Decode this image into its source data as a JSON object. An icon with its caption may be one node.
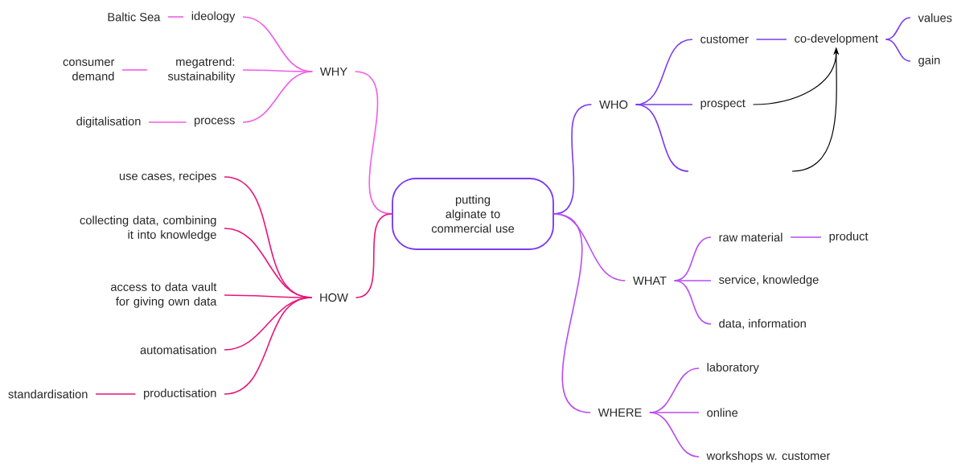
{
  "diagram": {
    "nodes": [
      {
        "text": [
          "putting alginate to commercial use"
        ]
      },
      {
        "text": [
          "WHY"
        ]
      },
      {
        "text": [
          "ideology"
        ]
      },
      {
        "text": [
          "Baltic Sea"
        ]
      },
      {
        "text": [
          "megatrend: sustainability"
        ]
      },
      {
        "text": [
          "consumer demand"
        ]
      },
      {
        "text": [
          "process"
        ]
      },
      {
        "text": [
          "digitalisation"
        ]
      },
      {
        "text": [
          "HOW"
        ]
      },
      {
        "text": [
          "use cases, recipes"
        ]
      },
      {
        "text": [
          "collecting data, combining it into knowledge"
        ]
      },
      {
        "text": [
          "access to data vault for giving own data"
        ]
      },
      {
        "text": [
          "automatisation"
        ]
      },
      {
        "text": [
          "productisation"
        ]
      },
      {
        "text": [
          "standardisation"
        ]
      },
      {
        "text": [
          "WHO"
        ]
      },
      {
        "text": [
          "customer"
        ]
      },
      {
        "text": [
          "co-development"
        ]
      },
      {
        "text": [
          "values"
        ]
      },
      {
        "text": [
          "gain"
        ]
      },
      {
        "text": [
          "prospect"
        ]
      },
      {
        "text": [
          "WHAT"
        ]
      },
      {
        "text": [
          "raw material"
        ]
      },
      {
        "text": [
          "product"
        ]
      },
      {
        "text": [
          "service, knowledge"
        ]
      },
      {
        "text": [
          "data, information"
        ]
      },
      {
        "text": [
          "WHERE"
        ]
      },
      {
        "text": [
          "laboratory"
        ]
      },
      {
        "text": [
          "online"
        ]
      },
      {
        "text": [
          "workshops w. customer"
        ]
      }
    ],
    "edges": [
      {
        "from": 0,
        "to": 1,
        "arrow": "none",
        "color": "#f25ce6"
      },
      {
        "from": 1,
        "to": 2,
        "arrow": "none",
        "color": "#f25ce6"
      },
      {
        "from": 2,
        "to": 3,
        "arrow": "none",
        "color": "#f25ce6"
      },
      {
        "from": 1,
        "to": 4,
        "arrow": "none",
        "color": "#f25ce6"
      },
      {
        "from": 4,
        "to": 5,
        "arrow": "none",
        "color": "#f25ce6"
      },
      {
        "from": 1,
        "to": 6,
        "arrow": "none",
        "color": "#f25ce6"
      },
      {
        "from": 6,
        "to": 7,
        "arrow": "none",
        "color": "#f25ce6"
      },
      {
        "from": 0,
        "to": 8,
        "arrow": "none",
        "color": "#e8157a"
      },
      {
        "from": 8,
        "to": 9,
        "arrow": "none",
        "color": "#e8157a"
      },
      {
        "from": 8,
        "to": 10,
        "arrow": "none",
        "color": "#e8157a"
      },
      {
        "from": 8,
        "to": 11,
        "arrow": "none",
        "color": "#e8157a"
      },
      {
        "from": 8,
        "to": 12,
        "arrow": "none",
        "color": "#e8157a"
      },
      {
        "from": 8,
        "to": 13,
        "arrow": "none",
        "color": "#e8157a"
      },
      {
        "from": 13,
        "to": 14,
        "arrow": "none",
        "color": "#e8157a"
      },
      {
        "from": 0,
        "to": 15,
        "arrow": "none",
        "color": "#7b3af0"
      },
      {
        "from": 15,
        "to": 16,
        "arrow": "none",
        "color": "#7b3af0"
      },
      {
        "from": 16,
        "to": 17,
        "arrow": "none",
        "color": "#7b3af0"
      },
      {
        "from": 17,
        "to": 18,
        "arrow": "none",
        "color": "#7b3af0"
      },
      {
        "from": 17,
        "to": 19,
        "arrow": "none",
        "color": "#7b3af0"
      },
      {
        "from": 15,
        "to": 20,
        "arrow": "none",
        "color": "#7b3af0"
      },
      {
        "from": 15,
        "to": null,
        "arrow": "none",
        "color": "#7b3af0"
      },
      {
        "from": 20,
        "to": 17,
        "arrow": "to",
        "color": "#000000"
      },
      {
        "from": null,
        "to": 17,
        "arrow": "to",
        "color": "#000000"
      },
      {
        "from": 0,
        "to": 21,
        "arrow": "none"
      },
      {
        "from": 21,
        "to": 22,
        "arrow": "none"
      },
      {
        "from": 22,
        "to": 23,
        "arrow": "none"
      },
      {
        "from": 21,
        "to": 24,
        "arrow": "none"
      },
      {
        "from": 21,
        "to": 25,
        "arrow": "none"
      },
      {
        "from": 0,
        "to": 26,
        "arrow": "none"
      },
      {
        "from": 26,
        "to": 27,
        "arrow": "none"
      },
      {
        "from": 26,
        "to": 28,
        "arrow": "none"
      },
      {
        "from": 26,
        "to": 29,
        "arrow": "none"
      }
    ]
  }
}
